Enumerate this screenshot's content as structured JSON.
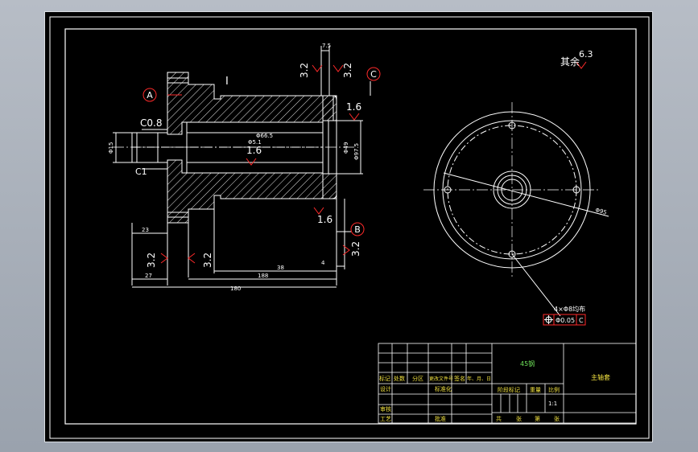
{
  "drawing": {
    "colors": {
      "background": "#000000",
      "line": "#ffffff",
      "mark": "#ff2a2a",
      "table_text": "#f0e040",
      "title_text": "#6fe35a"
    },
    "front_view": {
      "roughness_top_left": "3.2",
      "roughness_top_right": "3.2",
      "roughness_flange": "1.6",
      "roughness_bore": "1.6",
      "roughness_face_bottom": "1.6",
      "roughness_bottom_right": "3.2",
      "roughness_bottom_a": "3.2",
      "roughness_bottom_b": "3.2",
      "chamfer_main": "C0.8",
      "chamfer_small": "C1",
      "detail_mark": "I",
      "datum_a": "A",
      "datum_b": "B",
      "datum_c": "C",
      "dim_top_width": "7.5",
      "dim_bore_dia": "Φ66.5",
      "dim_inner_dia": "Φ5.1",
      "dim_left_dia": "Φ15",
      "dim_right_dia": "Φ49",
      "dim_flange_dia": "Φ97.5",
      "dim_23": "23",
      "dim_27": "27",
      "dim_4": "4",
      "dim_38": "38",
      "dim_188": "188",
      "dim_180": "180"
    },
    "side_view": {
      "hole_note": "4×Φ8均布",
      "dim_pcd": "Φ95",
      "tolerance": "Φ0.05",
      "tolerance_datum": "C"
    },
    "surface_note": {
      "label": "其余",
      "value": "6.3"
    },
    "title_block": {
      "material": "45钢",
      "part_name": "主轴套",
      "row_headers": [
        "标记",
        "处数",
        "分区",
        "更改文件号",
        "签名",
        "年、月、日"
      ],
      "design": "设计",
      "standardize": "标准化",
      "review": "审核",
      "process": "工艺",
      "approve": "批准",
      "stage_mark": "阶段标记",
      "weight": "重量",
      "scale_label": "比例",
      "scale_value": "1:1",
      "sheets": [
        "共",
        "张",
        "第",
        "张"
      ]
    }
  }
}
